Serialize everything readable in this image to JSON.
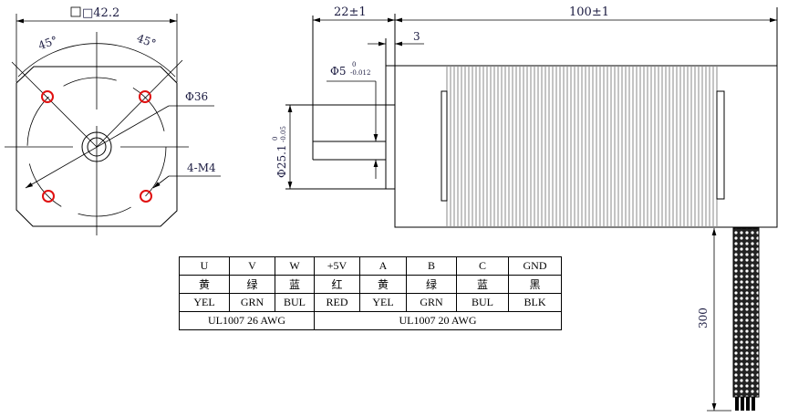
{
  "front_view": {
    "square_dim": "□42.2",
    "angle_left": "45°",
    "angle_right": "45°",
    "bolt_circle_dim": "Φ36",
    "hole_spec": "4-M4",
    "hole_color": "#e01010"
  },
  "side_view": {
    "shaft_length_dim": "22±1",
    "body_length_dim": "100±1",
    "flange_dim": "3",
    "shaft_dia_dim": "Φ5",
    "shaft_dia_tol_upper": "0",
    "shaft_dia_tol_lower": "-0.012",
    "pilot_dia_dim": "Φ25.1",
    "pilot_dia_tol_upper": "0",
    "pilot_dia_tol_lower": "-0.05",
    "cable_length_dim": "300"
  },
  "wiring_table": {
    "signals": [
      "U",
      "V",
      "W",
      "+5V",
      "A",
      "B",
      "C",
      "GND"
    ],
    "colors_cn": [
      "黄",
      "绿",
      "蓝",
      "红",
      "黄",
      "绿",
      "蓝",
      "黑"
    ],
    "colors_en": [
      "YEL",
      "GRN",
      "BUL",
      "RED",
      "YEL",
      "GRN",
      "BUL",
      "BLK"
    ],
    "wire_spec_left": "UL1007 26 AWG",
    "wire_spec_right": "UL1007 20 AWG"
  }
}
